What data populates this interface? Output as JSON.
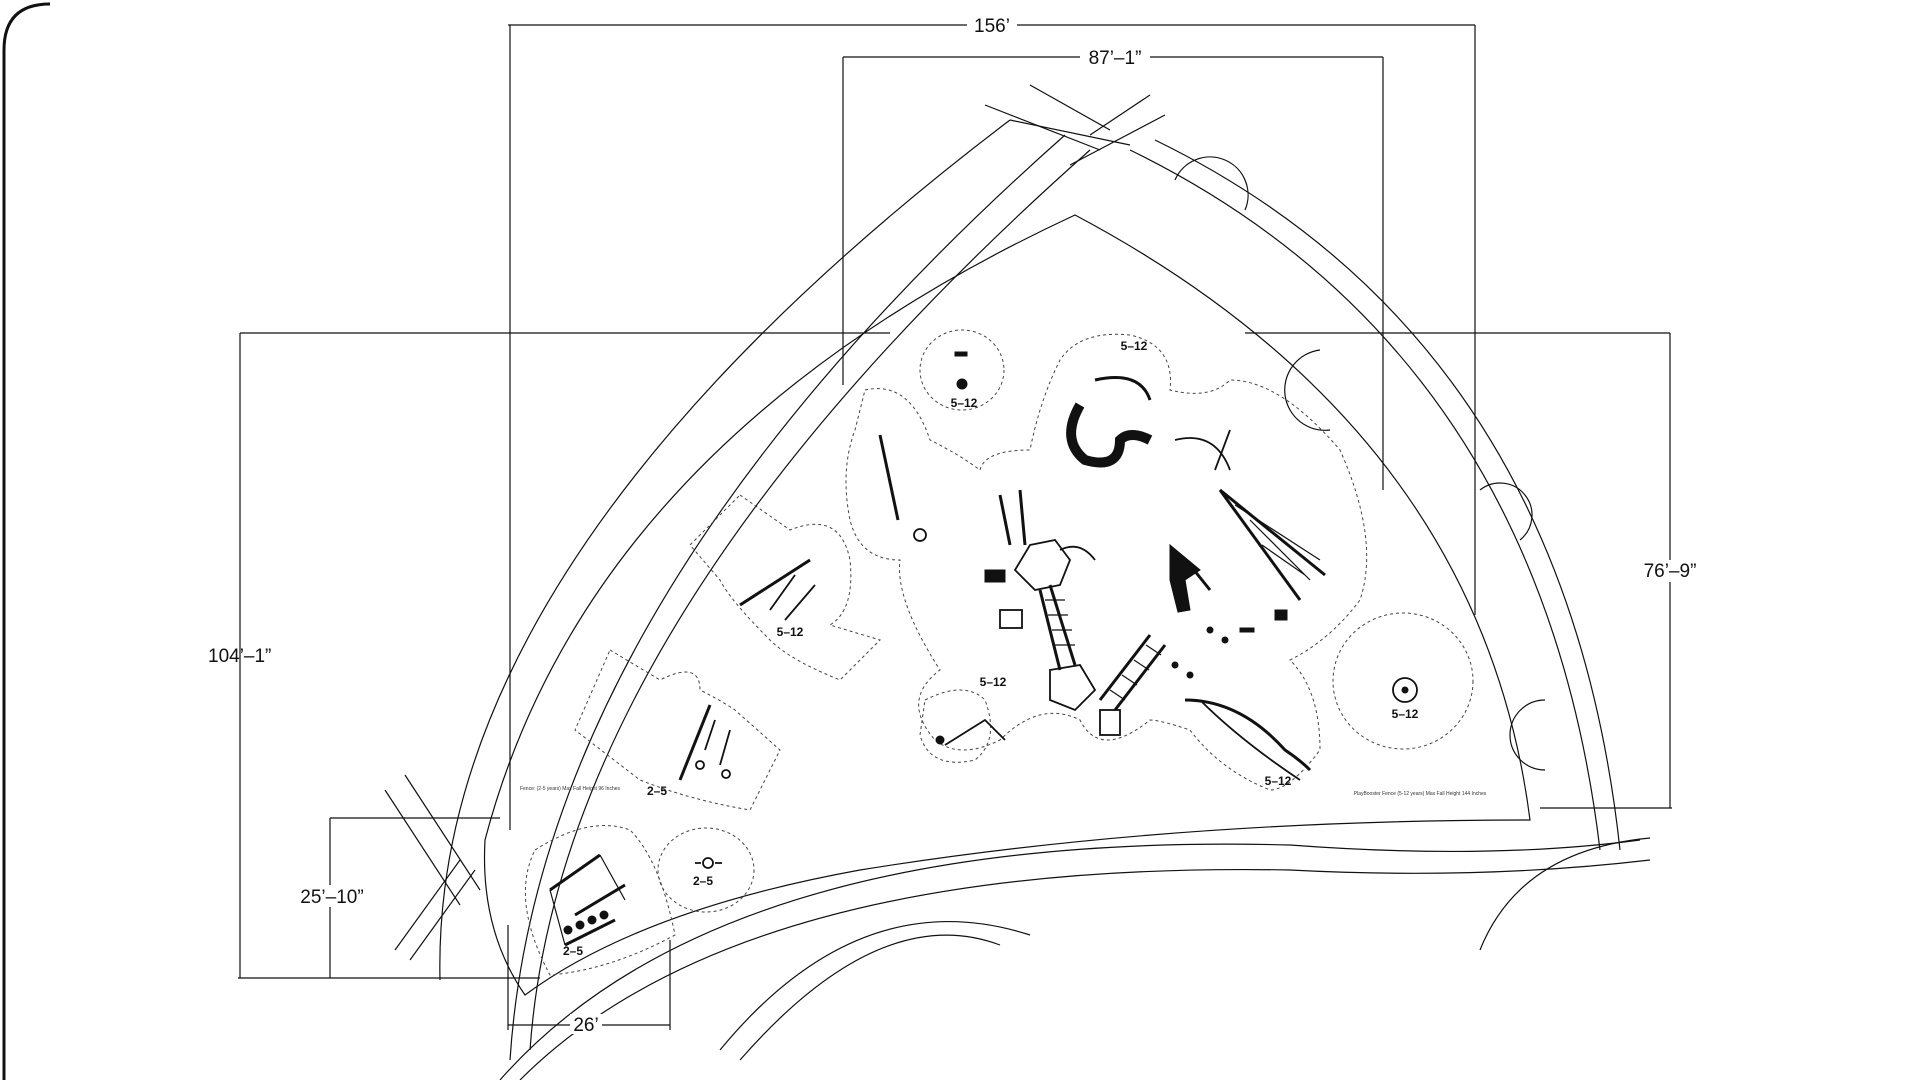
{
  "dimensions": {
    "overall_width": "156’",
    "upper_width": "87’–1”",
    "overall_height": "104’–1”",
    "right_height": "76’–9”",
    "lower_left_height": "25’–10”",
    "lower_left_width": "26’"
  },
  "zones": {
    "top_spinner": "5–12",
    "top_slide": "5–12",
    "left_upper": "5–12",
    "left_middle": "2–5",
    "left_small": "2–5",
    "left_bottom": "2–5",
    "main_structure": "5–12",
    "right_lower": "5–12",
    "right_round": "5–12"
  },
  "notes": {
    "left_note": "Fence: (2-5 years) Max Fall Height 96 Inches",
    "right_note": "PlayBooster Fence (5-12 years) Max Fall Height 144 Inches"
  }
}
